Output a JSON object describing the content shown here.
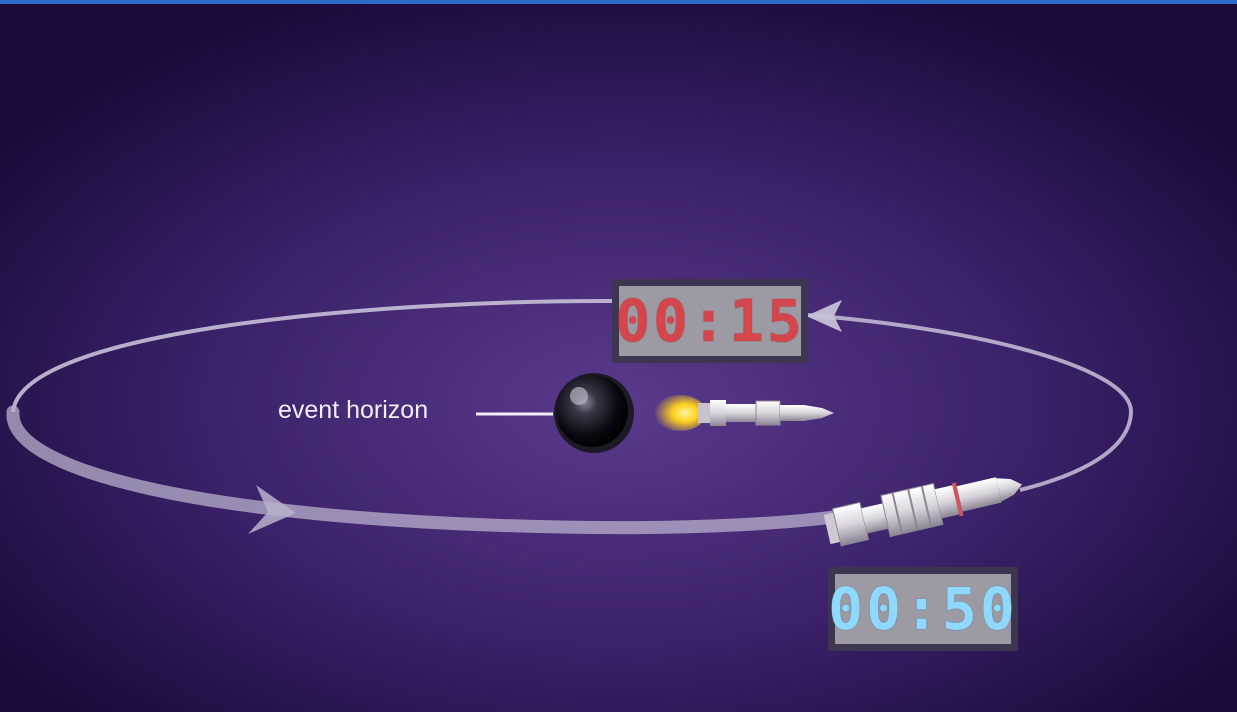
{
  "diagram": {
    "label": "event horizon",
    "timers": [
      {
        "id": "timer-near",
        "value": "00:15",
        "color": "#d4454c",
        "ghost": "#c08890"
      },
      {
        "id": "timer-far",
        "value": "00:50",
        "color": "#8fd8ff",
        "ghost": "#8ab0c8"
      }
    ]
  },
  "colors": {
    "background_center": "#5a3a8c",
    "background_edge": "#1a0a3a",
    "orbit": "#c8c0d8",
    "black_hole": "#050308",
    "thruster_glow": "#ffd21e"
  }
}
